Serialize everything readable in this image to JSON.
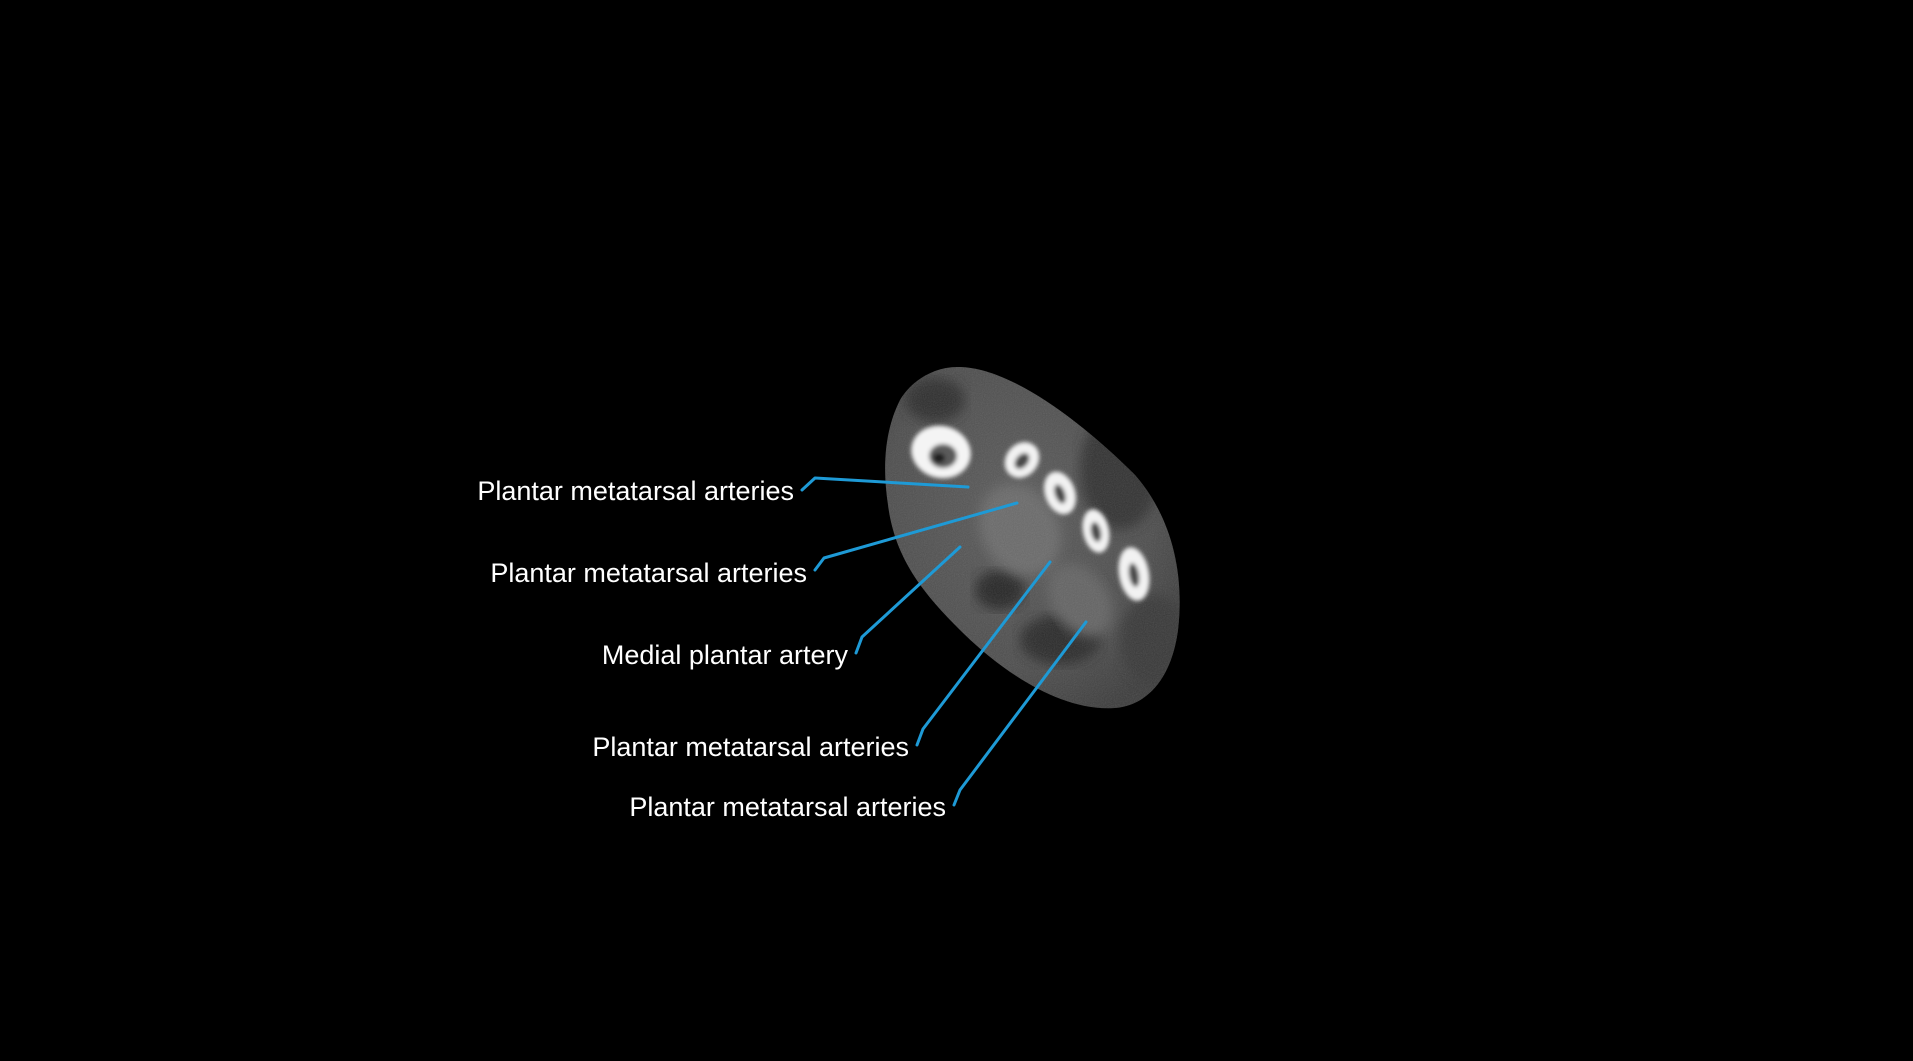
{
  "accent_color": "#1e9ad6",
  "background_color": "#000000",
  "scan": {
    "modality": "CT",
    "plane": "axial",
    "region": "foot-metatarsals"
  },
  "labels": [
    {
      "text": "Plantar metatarsal arteries"
    },
    {
      "text": "Plantar metatarsal arteries"
    },
    {
      "text": "Medial plantar artery"
    },
    {
      "text": "Plantar metatarsal arteries"
    },
    {
      "text": "Plantar metatarsal arteries"
    }
  ]
}
